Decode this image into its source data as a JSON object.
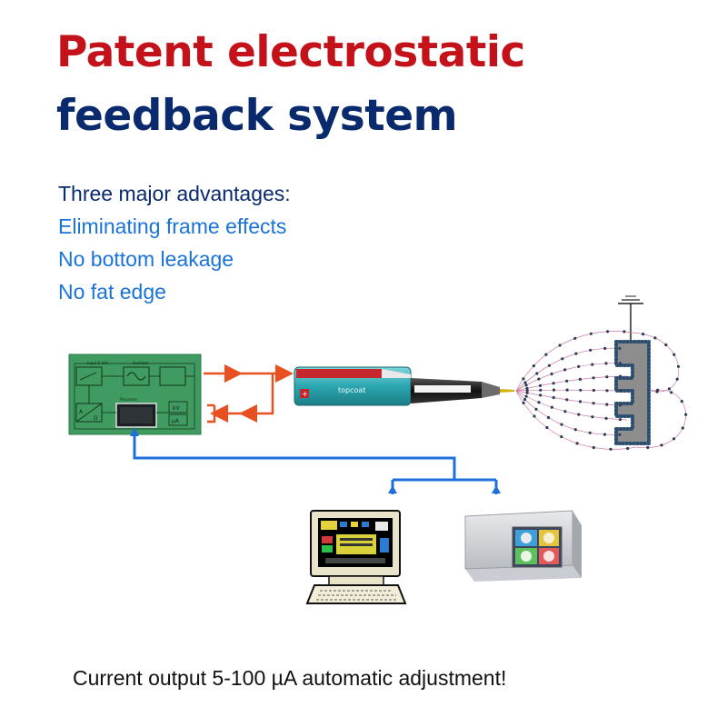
{
  "title": {
    "line1": "Patent electrostatic",
    "line2": "feedback system"
  },
  "advantages": {
    "heading": "Three major advantages:",
    "items": [
      "Eliminating frame effects",
      "No bottom leakage",
      "No fat edge"
    ]
  },
  "controller_board": {
    "input_label": "Input 5-10V",
    "oscillator_label": "Oscilator",
    "processor_label": "Processor",
    "ad_a": "A",
    "ad_d": "D",
    "kv_label": "kV",
    "ua_label": "µA"
  },
  "spray_gun": {
    "brand": "topcoat"
  },
  "footer": "Current output 5-100 µA automatic adjustment!",
  "colors": {
    "title_red": "#c4121a",
    "title_navy": "#0a2a6e",
    "advantage_blue": "#1a73d9",
    "board_green": "#3f9b5f",
    "signal_orange": "#e8501f",
    "link_blue": "#1e6fd9",
    "gun_teal": "#2aa7b0"
  }
}
